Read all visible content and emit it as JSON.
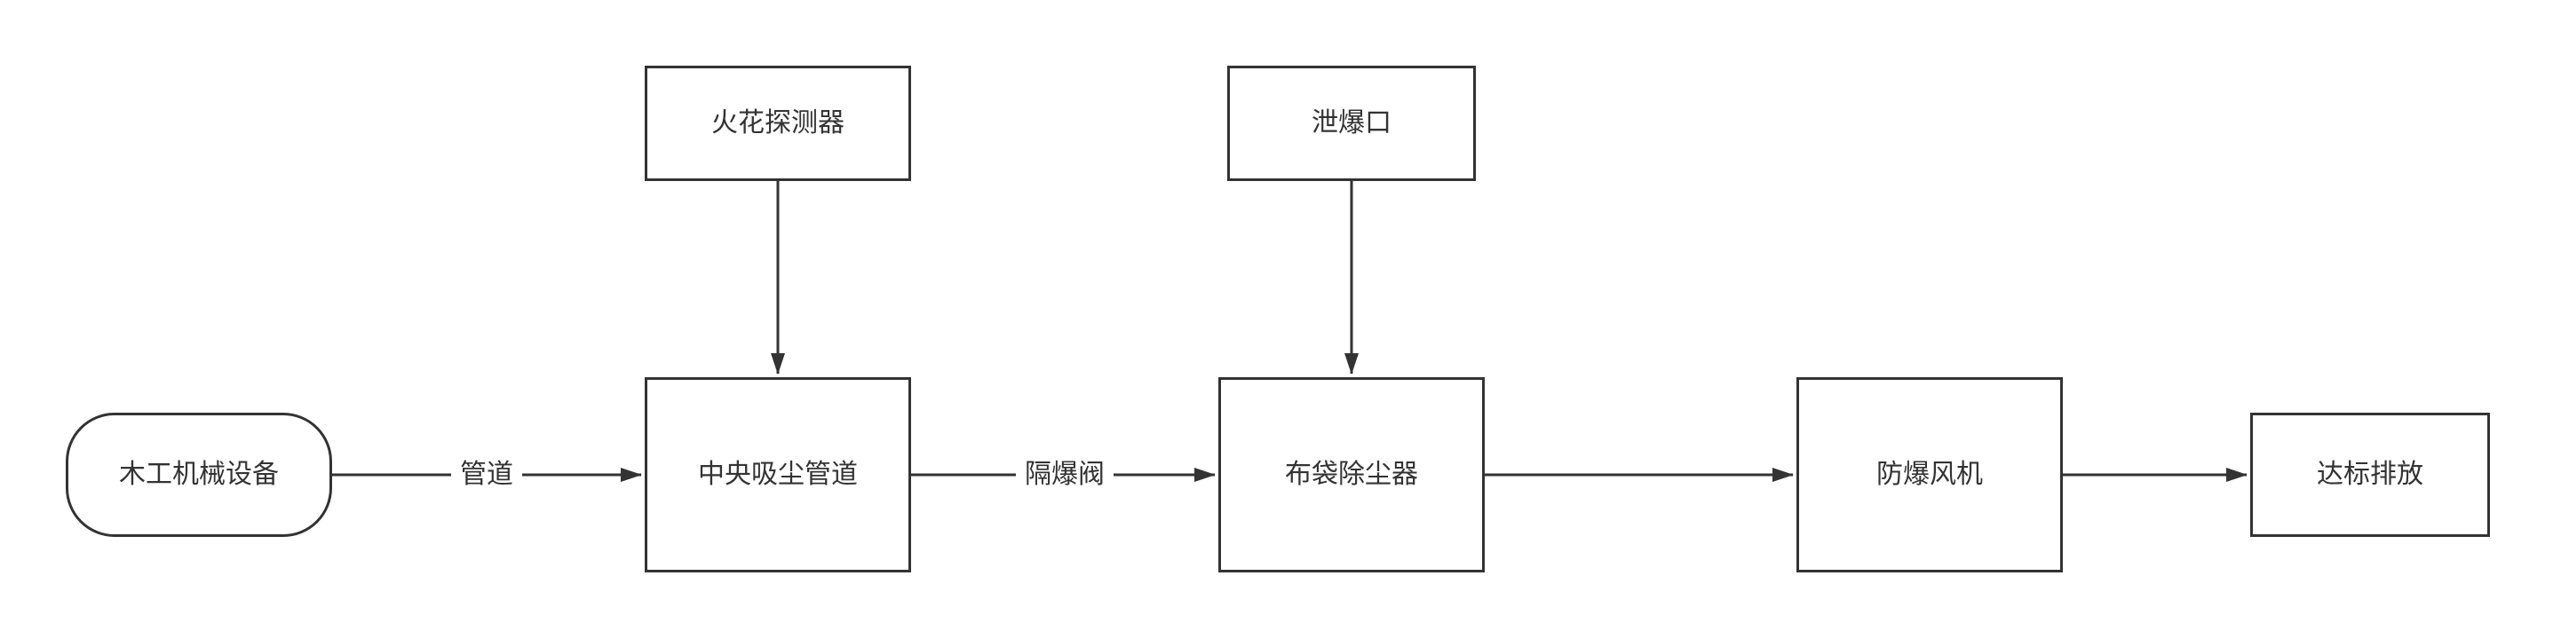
{
  "diagram": {
    "title": "woodworking-dust-collection-flowchart",
    "nodes": {
      "spark_detector": {
        "label": "火花探测器",
        "shape": "rect"
      },
      "explosion_vent": {
        "label": "泄爆口",
        "shape": "rect"
      },
      "woodworking_equipment": {
        "label": "木工机械设备",
        "shape": "rounded-rect"
      },
      "central_duct": {
        "label": "中央吸尘管道",
        "shape": "rect"
      },
      "bag_filter": {
        "label": "布袋除尘器",
        "shape": "rect"
      },
      "explosion_proof_fan": {
        "label": "防爆风机",
        "shape": "rect"
      },
      "compliant_discharge": {
        "label": "达标排放",
        "shape": "rect"
      }
    },
    "edge_labels": {
      "pipe": "管道",
      "isolation_valve": "隔爆阀"
    },
    "edges": [
      {
        "from": "woodworking_equipment",
        "to": "central_duct",
        "label": "管道",
        "direction": "right"
      },
      {
        "from": "central_duct",
        "to": "bag_filter",
        "label": "隔爆阀",
        "direction": "right"
      },
      {
        "from": "bag_filter",
        "to": "explosion_proof_fan",
        "label": "",
        "direction": "right"
      },
      {
        "from": "explosion_proof_fan",
        "to": "compliant_discharge",
        "label": "",
        "direction": "right"
      },
      {
        "from": "spark_detector",
        "to": "central_duct",
        "label": "",
        "direction": "down"
      },
      {
        "from": "explosion_vent",
        "to": "bag_filter",
        "label": "",
        "direction": "down"
      }
    ],
    "colors": {
      "border": "#333333",
      "text": "#333333",
      "arrow": "#333333",
      "background": "#ffffff"
    }
  }
}
